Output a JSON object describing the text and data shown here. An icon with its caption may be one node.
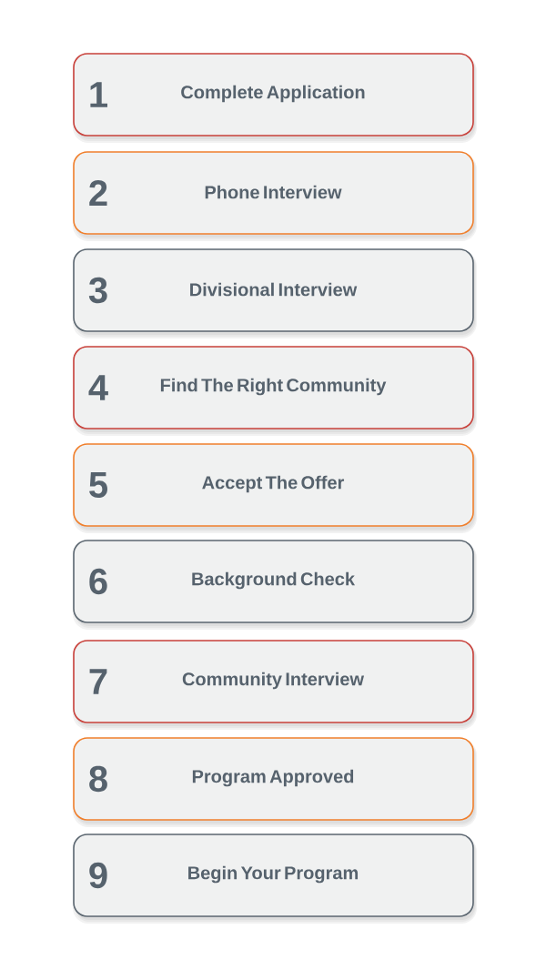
{
  "diagram": {
    "nodes": [
      {
        "text": [
          "1",
          "Complete Application"
        ]
      },
      {
        "text": [
          "2",
          "Phone Interview"
        ]
      },
      {
        "text": [
          "3",
          "Divisional Interview"
        ]
      },
      {
        "text": [
          "4",
          "Find The Right Community"
        ]
      },
      {
        "text": [
          "5",
          "Accept The Offer"
        ]
      },
      {
        "text": [
          "6",
          "Background Check"
        ]
      },
      {
        "text": [
          "7",
          "Community Interview"
        ]
      },
      {
        "text": [
          "8",
          "Program Approved"
        ]
      },
      {
        "text": [
          "9",
          "Begin Your Program"
        ]
      }
    ]
  }
}
